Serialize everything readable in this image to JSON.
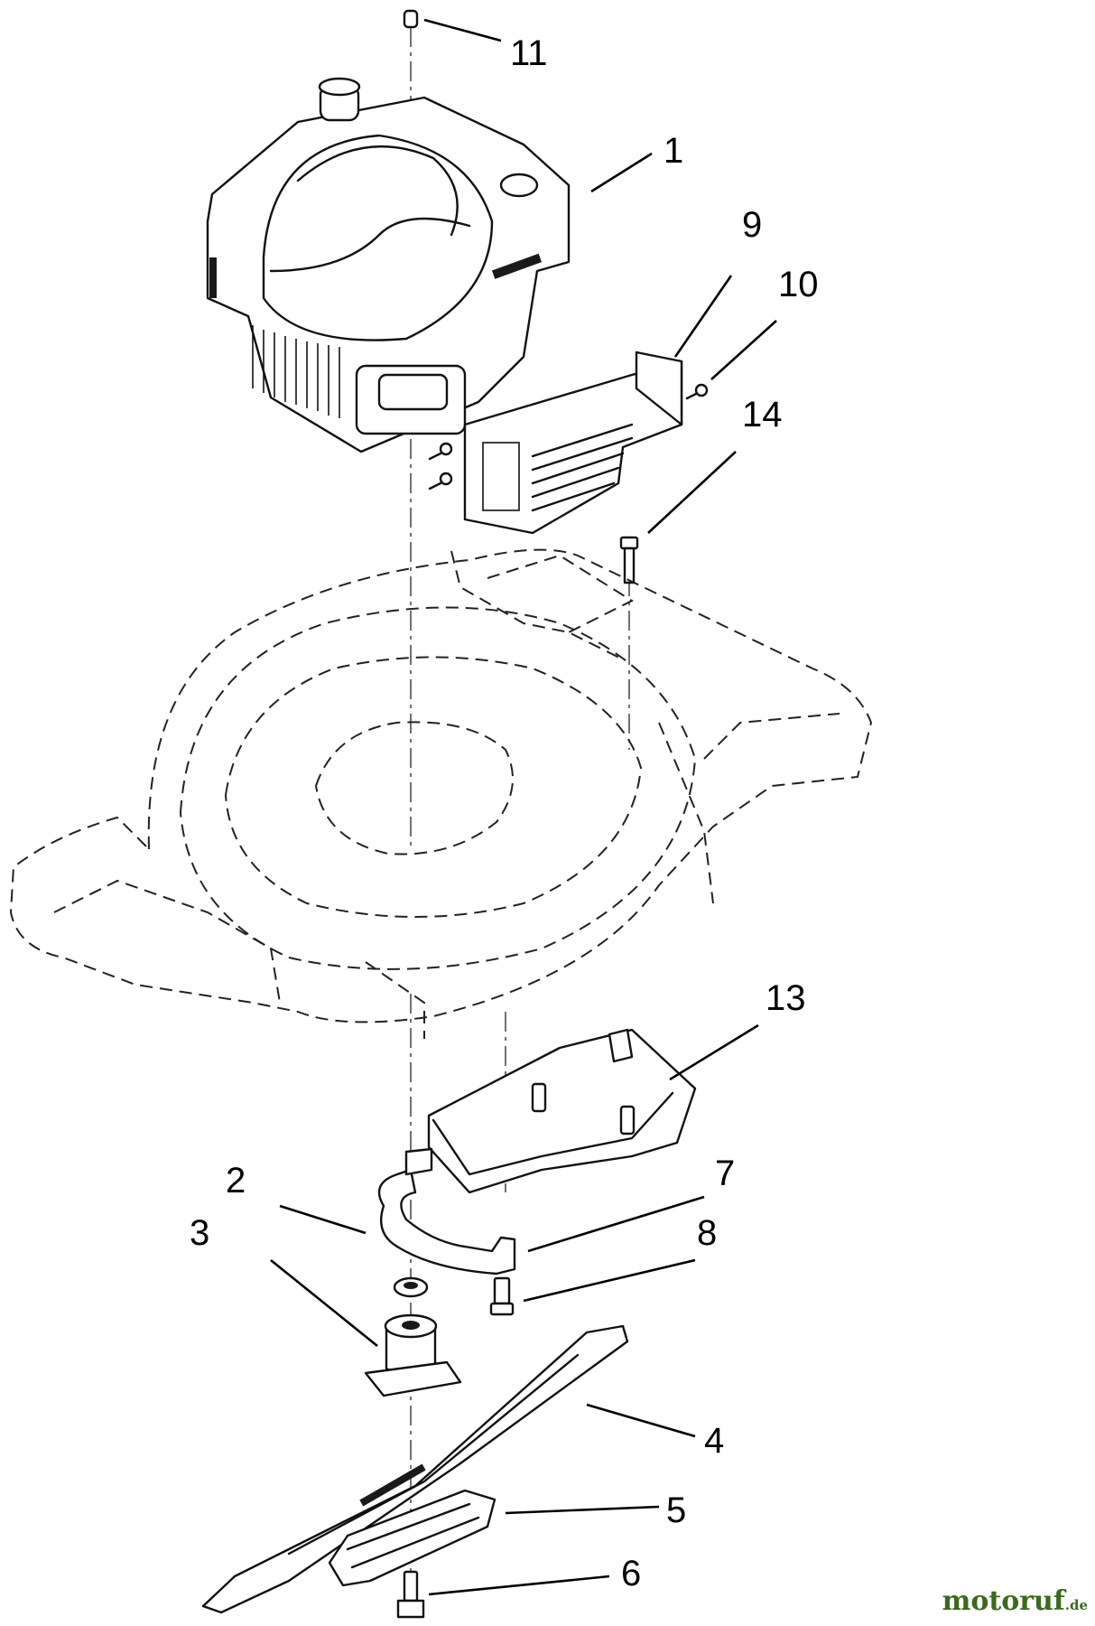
{
  "callouts": [
    {
      "id": "11",
      "text": "11"
    },
    {
      "id": "1",
      "text": "1"
    },
    {
      "id": "9",
      "text": "9"
    },
    {
      "id": "10",
      "text": "10"
    },
    {
      "id": "14",
      "text": "14"
    },
    {
      "id": "13",
      "text": "13"
    },
    {
      "id": "2",
      "text": "2"
    },
    {
      "id": "7",
      "text": "7"
    },
    {
      "id": "3",
      "text": "3"
    },
    {
      "id": "8",
      "text": "8"
    },
    {
      "id": "4",
      "text": "4"
    },
    {
      "id": "5",
      "text": "5"
    },
    {
      "id": "6",
      "text": "6"
    }
  ],
  "watermark": {
    "main": "motoruf",
    "tld": ".de"
  }
}
